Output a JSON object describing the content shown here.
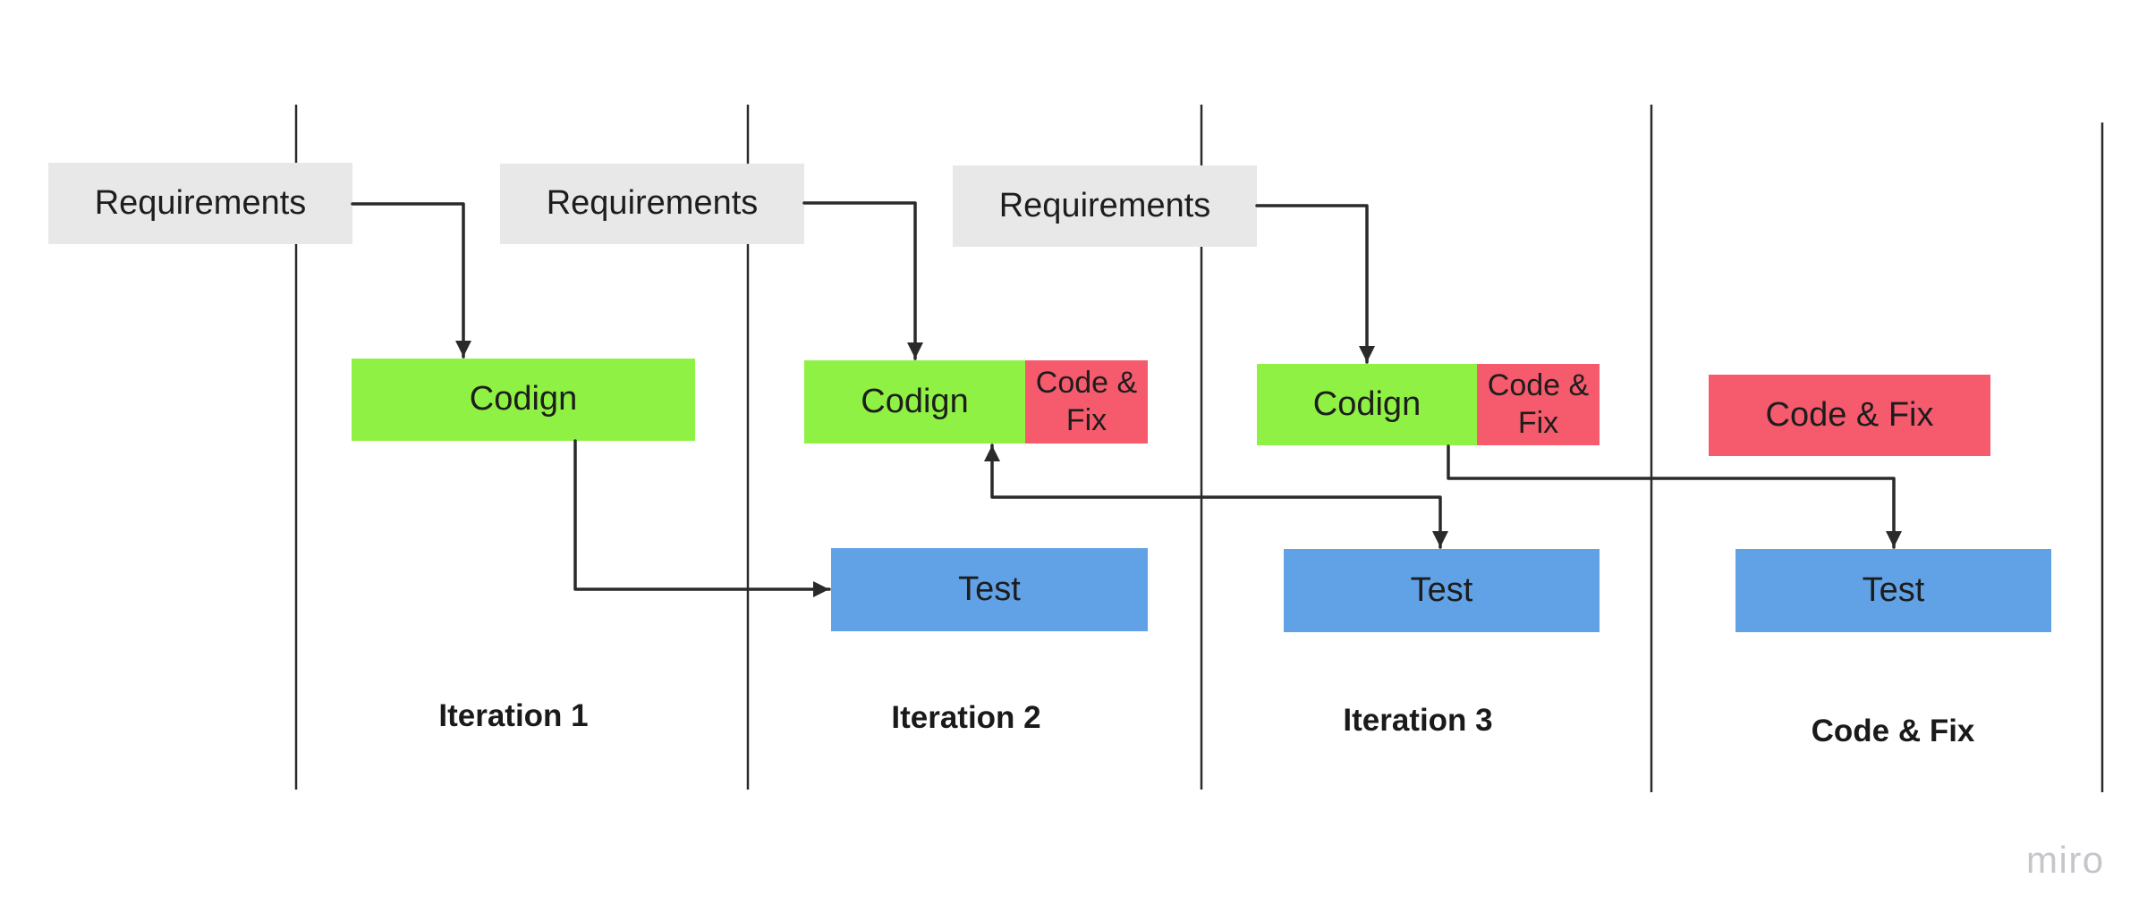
{
  "canvas": {
    "background": "#ffffff"
  },
  "colors": {
    "requirements_fill": "#e8e8e8",
    "coding_fill": "#8ef143",
    "codefix_fill": "#f55a6d",
    "test_fill": "#60a2e5",
    "connector_stroke": "#2a2a2a",
    "divider_stroke": "#2a2a2a",
    "node_text": "#1d1d1d",
    "label_text": "#1a1a1a",
    "watermark_color": "#c6c5cc"
  },
  "columns": [
    {
      "id": "iteration-1",
      "label": "Iteration 1"
    },
    {
      "id": "iteration-2",
      "label": "Iteration 2"
    },
    {
      "id": "iteration-3",
      "label": "Iteration 3"
    },
    {
      "id": "code-and-fix",
      "label": "Code & Fix"
    }
  ],
  "nodes": {
    "req1": {
      "label": "Requirements"
    },
    "req2": {
      "label": "Requirements"
    },
    "req3": {
      "label": "Requirements"
    },
    "coding1": {
      "label": "Codign"
    },
    "coding2": {
      "label": "Codign"
    },
    "coding3": {
      "label": "Codign"
    },
    "codefix2": {
      "label": "Code & Fix"
    },
    "codefix3": {
      "label": "Code & Fix"
    },
    "codefix_main": {
      "label": "Code & Fix"
    },
    "test_iter2": {
      "label": "Test"
    },
    "test_iter3": {
      "label": "Test"
    },
    "test_cf": {
      "label": "Test"
    }
  },
  "connectors": [
    {
      "from": "req1",
      "to": "coding1"
    },
    {
      "from": "req2",
      "to": "coding2"
    },
    {
      "from": "req3",
      "to": "coding3"
    },
    {
      "from": "coding1",
      "to": "test_iter2"
    },
    {
      "from": "test_iter3",
      "to": "coding2",
      "bidirectional": true
    },
    {
      "from": "coding3",
      "to": "test_cf"
    }
  ],
  "watermark": {
    "label": "miro"
  }
}
